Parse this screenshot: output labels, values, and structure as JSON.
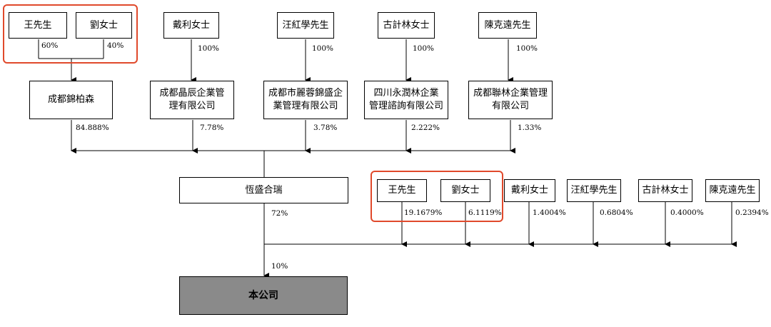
{
  "top_row_persons": {
    "wang": "王先生",
    "liu": "劉女士",
    "dai": "戴利女士",
    "wang_hongxue": "汪紅學先生",
    "gu_xulin": "古計林女士",
    "chen_keyuan": "陳克遠先生"
  },
  "top_row_pcts": {
    "wang_to_jinbaisen": "60%",
    "liu_to_jinbaisen": "40%",
    "dai_to_jingchen": "100%",
    "wang_hongxue_to_lirong": "100%",
    "gu_xulin_to_yongrunlin": "100%",
    "chen_keyuan_to_lianlin": "100%"
  },
  "entities": {
    "jinbaisen": "成都錦柏森",
    "jingchen": "成都晶辰企業管\n理有限公司",
    "lirong": "成都市麗蓉錦盛企\n業管理有限公司",
    "yongrunlin": "四川永潤林企業\n管理諮詢有限公司",
    "lianlin": "成都聯林企業管理\n有限公司",
    "hengsheng": "恆盛合瑞",
    "company": "本公司"
  },
  "entity_pcts": {
    "jinbaisen_to_hengsheng": "84.888%",
    "jingchen_to_hengsheng": "7.78%",
    "lirong_to_hengsheng": "3.78%",
    "yongrunlin_to_hengsheng": "2.222%",
    "lianlin_to_hengsheng": "1.33%",
    "hengsheng_to_company": "72%",
    "individuals_to_company": "10%"
  },
  "second_row_persons": {
    "wang": "王先生",
    "liu": "劉女士",
    "dai": "戴利女士",
    "wang_hongxue": "汪紅學先生",
    "gu_xulin": "古計林女士",
    "chen_keyuan": "陳克遠先生"
  },
  "second_row_pcts": {
    "wang": "19.1679%",
    "liu": "6.1119%",
    "dai": "1.4004%",
    "wang_hongxue": "0.6804%",
    "gu_xulin": "0.4000%",
    "chen_keyuan": "0.2394%"
  },
  "colors": {
    "highlight": "#e0492b",
    "company_fill": "#8a8a8a"
  }
}
